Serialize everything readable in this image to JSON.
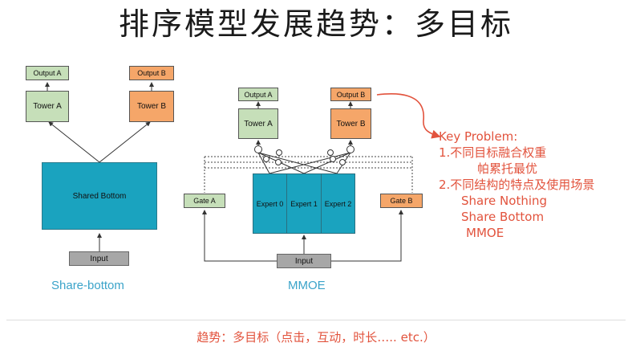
{
  "title": "排序模型发展趋势：多目标",
  "share_bottom": {
    "output_a": "Output A",
    "output_b": "Output B",
    "tower_a": "Tower A",
    "tower_b": "Tower B",
    "shared": "Shared Bottom",
    "input": "Input",
    "caption": "Share-bottom"
  },
  "mmoe": {
    "output_a": "Output A",
    "output_b": "Output B",
    "tower_a": "Tower A",
    "tower_b": "Tower B",
    "gate_a": "Gate A",
    "gate_b": "Gate B",
    "expert_0": "Expert 0",
    "expert_1": "Expert 1",
    "expert_2": "Expert 2",
    "input": "Input",
    "caption": "MMOE"
  },
  "key_problem": {
    "heading": "Key Problem:",
    "line1": "1.不同目标融合权重",
    "line2": "帕累托最优",
    "line3": "2.不同结构的特点及使用场景",
    "line4": "Share Nothing",
    "line5": "Share Bottom",
    "line6": "MMOE"
  },
  "footer": "趋势：多目标（点击，互动，时长….. etc.）",
  "colors": {
    "green_node": "#c6dfb9",
    "orange_node": "#f5a669",
    "teal_block": "#1aa3bf",
    "gray_input": "#a7a7a7",
    "red_annotation": "#e2533d",
    "caption_blue": "#3aa3c9"
  }
}
